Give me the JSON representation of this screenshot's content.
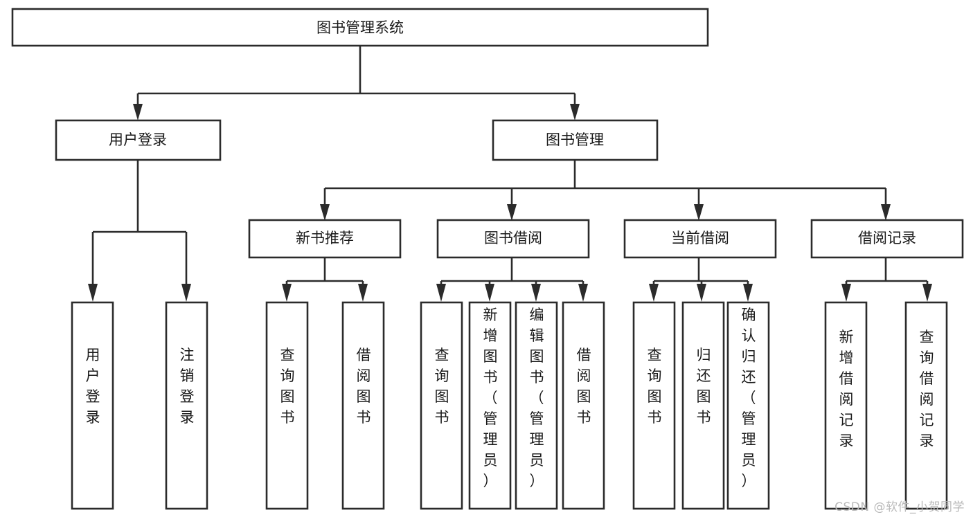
{
  "diagram": {
    "type": "tree",
    "title": "图书管理系统",
    "orientation": "top-down",
    "colors": {
      "background": "#ffffff",
      "box_fill": "#ffffff",
      "stroke": "#2b2b2b",
      "text": "#1a1a1a",
      "watermark": "#b9b9b9"
    },
    "root": {
      "label": "图书管理系统",
      "text_orientation": "horizontal"
    },
    "level2": [
      {
        "label": "用户登录",
        "text_orientation": "horizontal"
      },
      {
        "label": "图书管理",
        "text_orientation": "horizontal"
      }
    ],
    "level3": [
      {
        "label": "新书推荐",
        "text_orientation": "horizontal",
        "parent": "图书管理"
      },
      {
        "label": "图书借阅",
        "text_orientation": "horizontal",
        "parent": "图书管理"
      },
      {
        "label": "当前借阅",
        "text_orientation": "horizontal",
        "parent": "图书管理"
      },
      {
        "label": "借阅记录",
        "text_orientation": "horizontal",
        "parent": "图书管理"
      }
    ],
    "leaves": [
      {
        "label": "用户登录",
        "parent": "用户登录",
        "text_orientation": "vertical"
      },
      {
        "label": "注销登录",
        "parent": "用户登录",
        "text_orientation": "vertical"
      },
      {
        "label": "查询图书",
        "parent": "新书推荐",
        "text_orientation": "vertical"
      },
      {
        "label": "借阅图书",
        "parent": "新书推荐",
        "text_orientation": "vertical"
      },
      {
        "label": "查询图书",
        "parent": "图书借阅",
        "text_orientation": "vertical"
      },
      {
        "label": "新增图书（管理员）",
        "parent": "图书借阅",
        "text_orientation": "vertical"
      },
      {
        "label": "编辑图书（管理员）",
        "parent": "图书借阅",
        "text_orientation": "vertical"
      },
      {
        "label": "借阅图书",
        "parent": "图书借阅",
        "text_orientation": "vertical"
      },
      {
        "label": "查询图书",
        "parent": "当前借阅",
        "text_orientation": "vertical"
      },
      {
        "label": "归还图书",
        "parent": "当前借阅",
        "text_orientation": "vertical"
      },
      {
        "label": "确认归还（管理员）",
        "parent": "当前借阅",
        "text_orientation": "vertical"
      },
      {
        "label": "新增借阅记录",
        "parent": "借阅记录",
        "text_orientation": "vertical"
      },
      {
        "label": "查询借阅记录",
        "parent": "借阅记录",
        "text_orientation": "vertical"
      }
    ]
  },
  "watermark": {
    "text": "CSDN @软件_小贺同学"
  }
}
